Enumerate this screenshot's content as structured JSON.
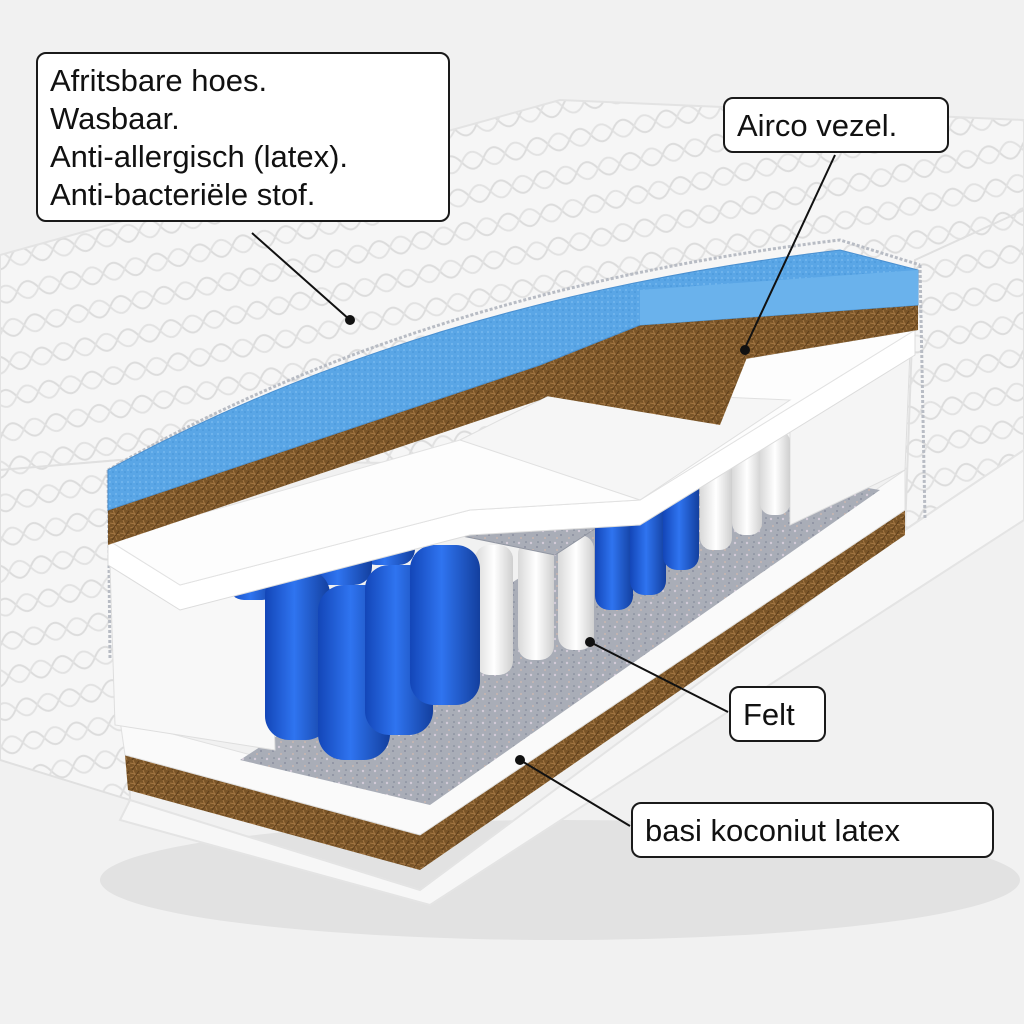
{
  "callouts": {
    "cover": {
      "lines": [
        "Afritsbare hoes.",
        "Wasbaar.",
        "Anti-allergisch (latex).",
        "Anti-bacteriële stof."
      ]
    },
    "airco": {
      "text": "Airco vezel."
    },
    "felt": {
      "text": "Felt"
    },
    "base": {
      "text": "basi koconiut latex"
    }
  },
  "colors": {
    "cover": "#f4f4f4",
    "memory_foam": "#5aa6e6",
    "coconut": "#7a5528",
    "white_foam": "#fbfbfb",
    "pocket_springs": "#1f5fe0",
    "felt": "#a9adb7"
  }
}
